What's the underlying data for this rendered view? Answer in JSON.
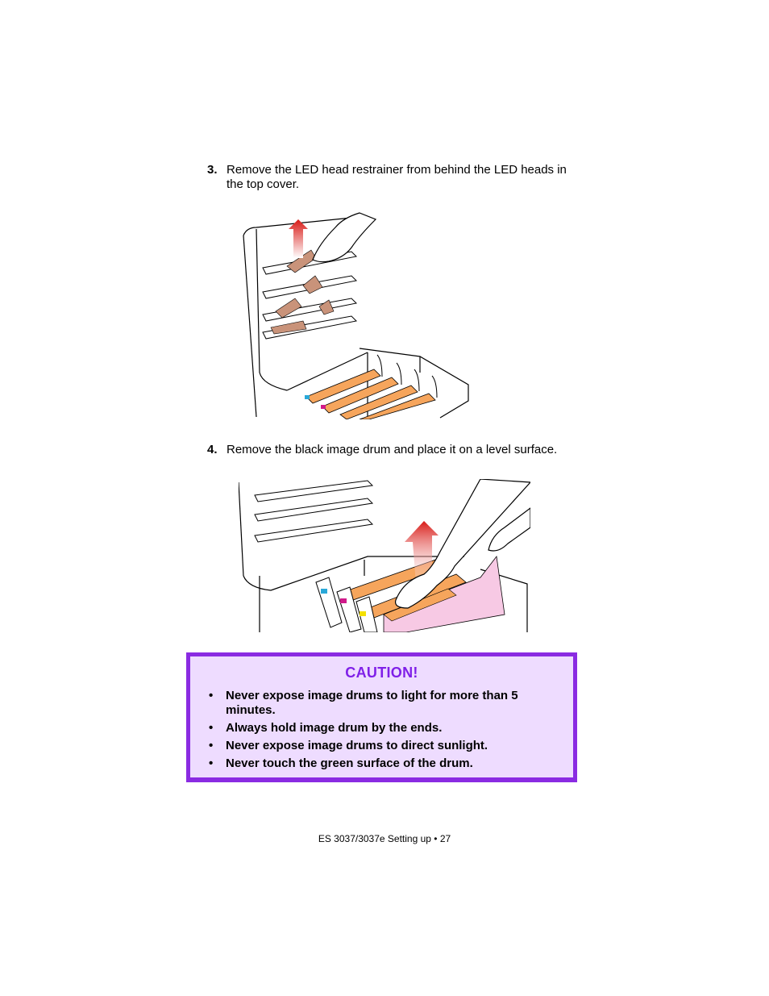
{
  "steps": [
    {
      "number": "3.",
      "text": "Remove the LED head restrainer from behind the LED heads in the top cover."
    },
    {
      "number": "4.",
      "text": "Remove the black image drum and place it on a level surface."
    }
  ],
  "caution": {
    "title": "CAUTION!",
    "items": [
      "Never expose image drums to light for more than 5 minutes.",
      "Always hold image drum by the ends.",
      "Never expose image drums to direct sunlight.",
      "Never touch the green surface of the drum."
    ]
  },
  "footer": {
    "text": "ES 3037/3037e Setting up  • 27"
  },
  "colors": {
    "accent": "#8a2be2",
    "caution_bg": "#eedcff",
    "drum_orange": "#f6a55c",
    "arrow_red": "#e0201c",
    "drum_pink": "#f7c9e4"
  }
}
